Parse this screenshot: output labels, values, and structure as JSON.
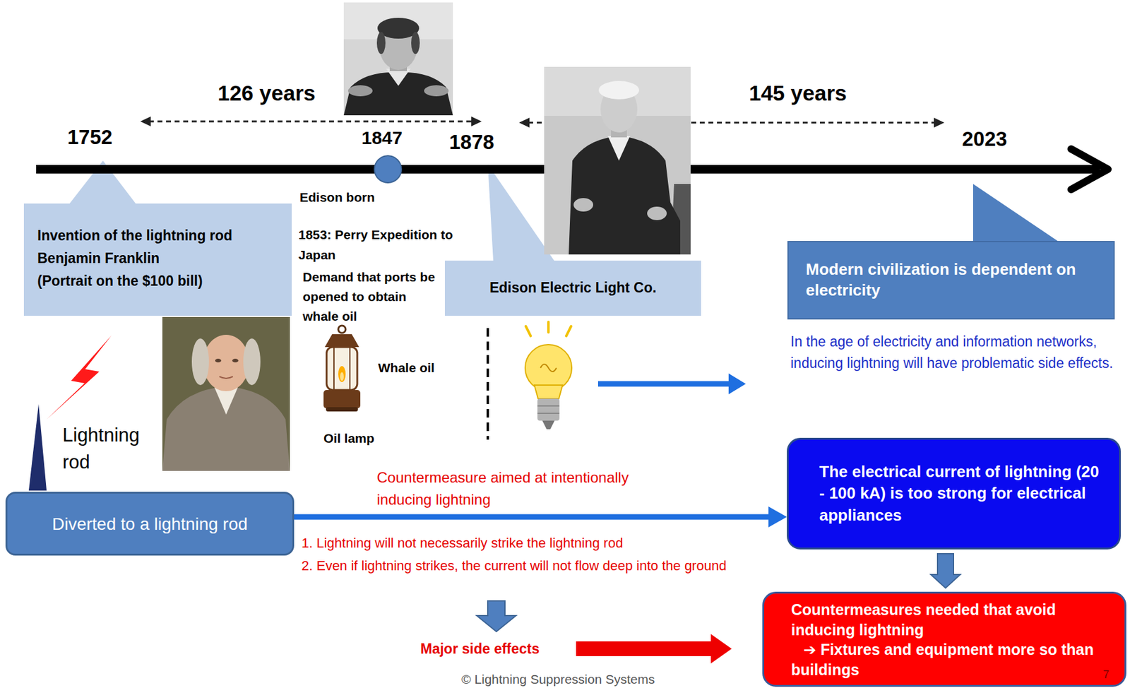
{
  "diagram": {
    "nodes": [
      {
        "text": [
          "Invention of the lightning rod",
          "Benjamin Franklin",
          "(Portrait on the $100 bill)"
        ]
      },
      {
        "text": [
          "Edison Electric Light Co."
        ]
      },
      {
        "text": [
          "Modern civilization is dependent on electricity"
        ]
      },
      {
        "text": [
          "Diverted to a lightning rod"
        ]
      },
      {
        "text": [
          "The electrical current of lightning (20 - 100 kA) is too strong for electrical appliances"
        ]
      },
      {
        "text": [
          "Countermeasures needed that avoid inducing lightning",
          "➔ Fixtures and equipment more so than buildings"
        ]
      }
    ],
    "edges": [
      {
        "from": 3,
        "to": 4,
        "arrow": "to",
        "label": "Countermeasure aimed at intentionally inducing lightning"
      },
      {
        "from": 4,
        "to": 5,
        "arrow": "to"
      }
    ],
    "labels": [
      "126 years",
      "145 years",
      "1752",
      "1847",
      "1878",
      "2023",
      "Edison born",
      "1853: Perry Expedition to Japan",
      "Demand that ports be opened to obtain whale oil",
      "Whale oil",
      "Oil lamp",
      "Lightning rod",
      "1. Lightning will not necessarily strike the lightning rod",
      "2. Even if lightning strikes, the current will not flow deep into the ground",
      "Major side effects",
      "In the age of electricity and information networks, inducing lightning will have problematic side effects.",
      "© Lightning Suppression Systems",
      "7"
    ]
  }
}
